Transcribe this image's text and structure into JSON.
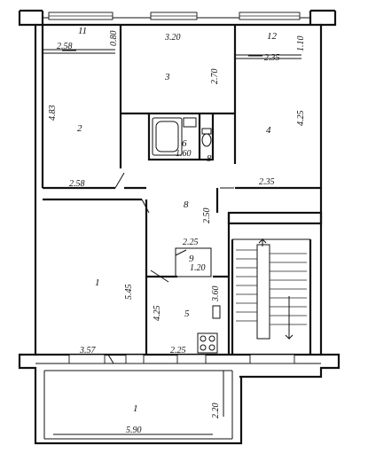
{
  "rooms": {
    "r11": "11",
    "r12": "12",
    "r3": "3",
    "r2": "2",
    "r4": "4",
    "r6": "6",
    "r8a": "8",
    "r8b": "8",
    "r1": "1",
    "r9": "9",
    "r5": "5",
    "r1b": "1"
  },
  "dims": {
    "d258a": "2.58",
    "d080": "0.80",
    "d320": "3.20",
    "d270": "2.70",
    "d235a": "2.35",
    "d110": "1.10",
    "d483": "4.83",
    "d425a": "4.25",
    "d160": "1.60",
    "d258b": "2.58",
    "d235b": "2.35",
    "d250": "2.50",
    "d225a": "2.25",
    "d120": "1.20",
    "d545": "5.45",
    "d360": "3.60",
    "d425b": "4.25",
    "d357": "3.57",
    "d225b": "2.25",
    "d220": "2.20",
    "d590": "5.90"
  }
}
